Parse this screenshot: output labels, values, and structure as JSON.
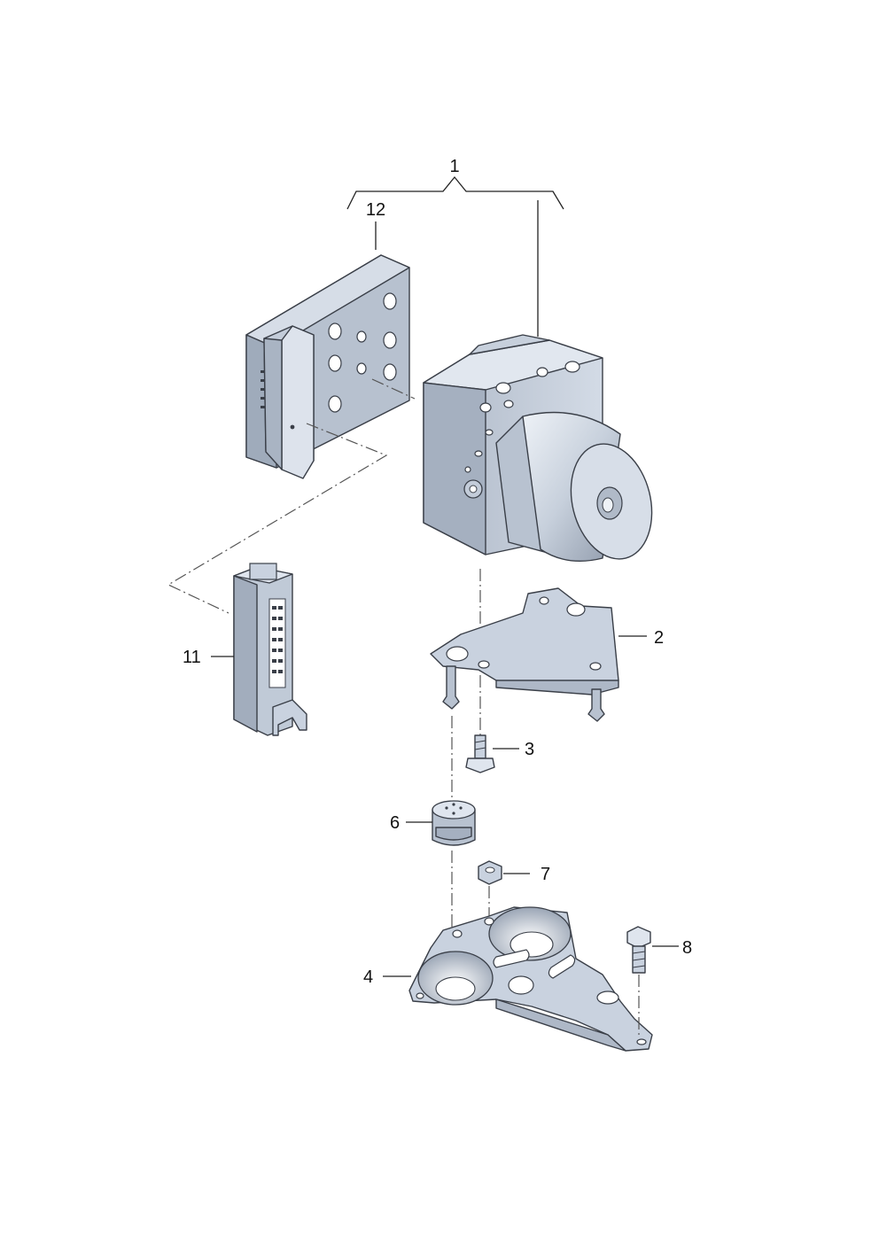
{
  "diagram": {
    "callouts": {
      "c1": "1",
      "c2": "2",
      "c3": "3",
      "c4": "4",
      "c6": "6",
      "c7": "7",
      "c8": "8",
      "c11": "11",
      "c12": "12"
    },
    "colors": {
      "part_fill": "#c9d2df",
      "part_shade": "#9ea9b9",
      "part_light": "#e6ebf2",
      "outline": "#3a3f48",
      "callout_text": "#111111"
    }
  }
}
